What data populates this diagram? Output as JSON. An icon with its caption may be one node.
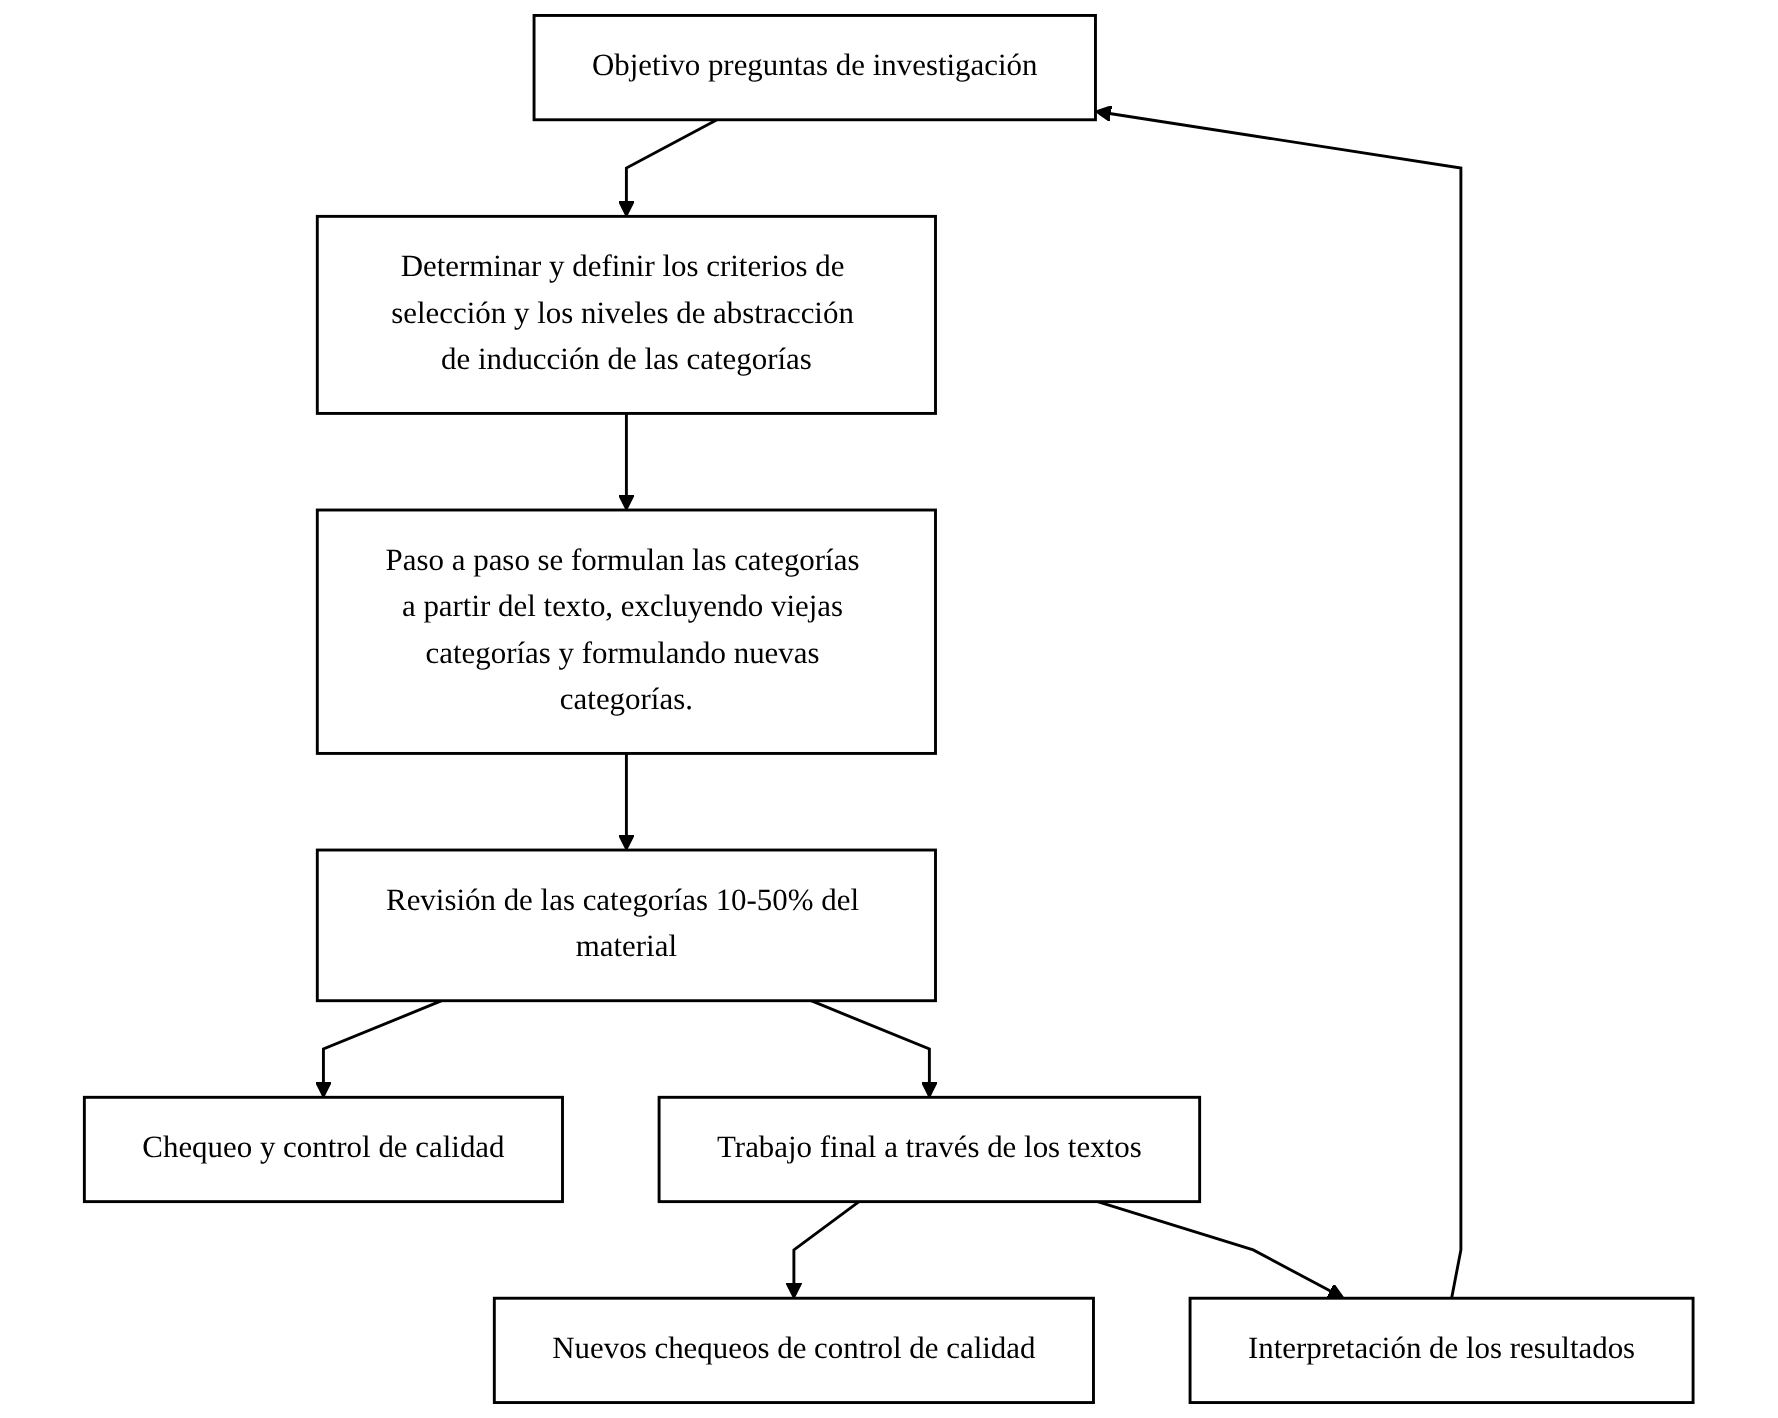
{
  "diagram": {
    "nodes": [
      {
        "text": [
          "Objetivo preguntas de investigación"
        ]
      },
      {
        "text": [
          "Determinar y definir los criterios de selección y los niveles de abstracción de inducción de las categorías"
        ]
      },
      {
        "text": [
          "Paso a paso se formulan las categorías a partir del texto, excluyendo viejas categorías y formulando nuevas categorías."
        ]
      },
      {
        "text": [
          "Revisión de las categorías 10-50% del material"
        ]
      },
      {
        "text": [
          "Chequeo y control de calidad"
        ]
      },
      {
        "text": [
          "Trabajo final a través de los textos"
        ]
      },
      {
        "text": [
          "Nuevos chequeos de control de calidad"
        ]
      },
      {
        "text": [
          "Interpretación de los resultados"
        ]
      }
    ],
    "edges": [
      {
        "from": 0,
        "to": 1,
        "arrow": "to"
      },
      {
        "from": 1,
        "to": 2,
        "arrow": "to"
      },
      {
        "from": 2,
        "to": 3,
        "arrow": "to"
      },
      {
        "from": 3,
        "to": 4,
        "arrow": "to"
      },
      {
        "from": 3,
        "to": 5,
        "arrow": "to"
      },
      {
        "from": 5,
        "to": 6,
        "arrow": "to"
      },
      {
        "from": 5,
        "to": 7,
        "arrow": "to"
      },
      {
        "from": 7,
        "to": 0,
        "arrow": "to"
      }
    ]
  }
}
